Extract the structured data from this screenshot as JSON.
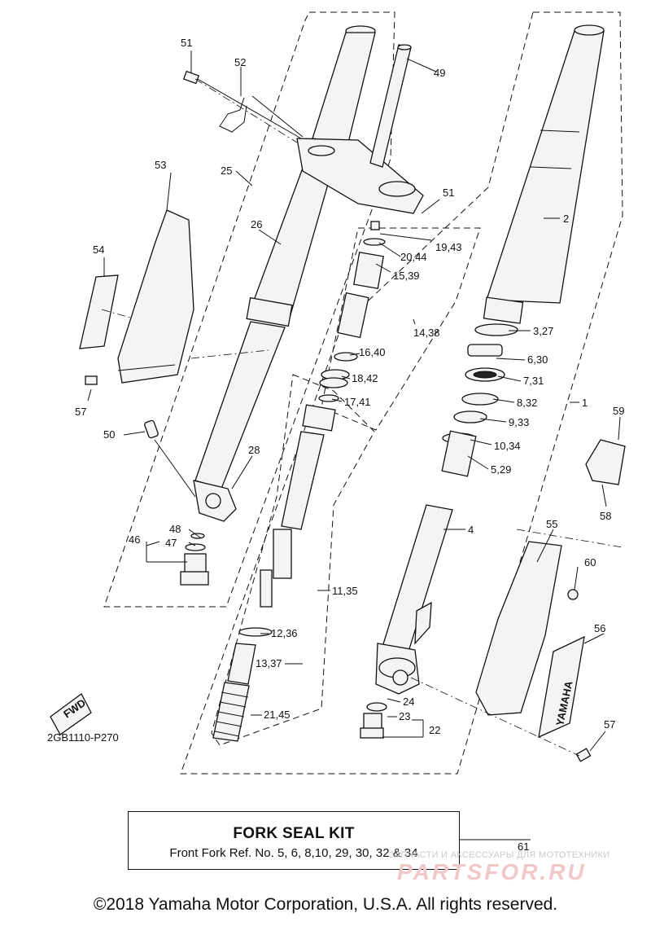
{
  "drawing_code": "2GB1110-P270",
  "fwd_label": "FWD",
  "brand_text": "YAMAHA",
  "callouts": {
    "c51a": "51",
    "c52": "52",
    "c49": "49",
    "c53": "53",
    "c25": "25",
    "c51b": "51",
    "c26": "26",
    "c54": "54",
    "c2": "2",
    "c19_43": "19,43",
    "c20_44": "20,44",
    "c15_39": "15,39",
    "c14_38": "14,38",
    "c3_27": "3,27",
    "c16_40": "16,40",
    "c6_30": "6,30",
    "c18_42": "18,42",
    "c7_31": "7,31",
    "c57a": "57",
    "c17_41": "17,41",
    "c8_32": "8,32",
    "c1": "1",
    "c59": "59",
    "c9_33": "9,33",
    "c50": "50",
    "c10_34": "10,34",
    "c28": "28",
    "c5_29": "5,29",
    "c58": "58",
    "c4": "4",
    "c48": "48",
    "c46": "46",
    "c47": "47",
    "c55": "55",
    "c60": "60",
    "c11_35": "11,35",
    "c56": "56",
    "c12_36": "12,36",
    "c13_37": "13,37",
    "c24": "24",
    "c21_45": "21,45",
    "c23": "23",
    "c22": "22",
    "c57b": "57",
    "c61": "61"
  },
  "kit": {
    "title": "FORK SEAL KIT",
    "subtitle": "Front Fork Ref. No. 5, 6, 8,10, 29, 30, 32 & 34"
  },
  "watermark": {
    "small": "ЗАПЧАСТИ И АКСЕССУАРЫ ДЛЯ МОТОТЕХНИКИ",
    "big": "PARTSFOR.RU"
  },
  "copyright": "©2018 Yamaha Motor Corporation, U.S.A. All rights reserved."
}
